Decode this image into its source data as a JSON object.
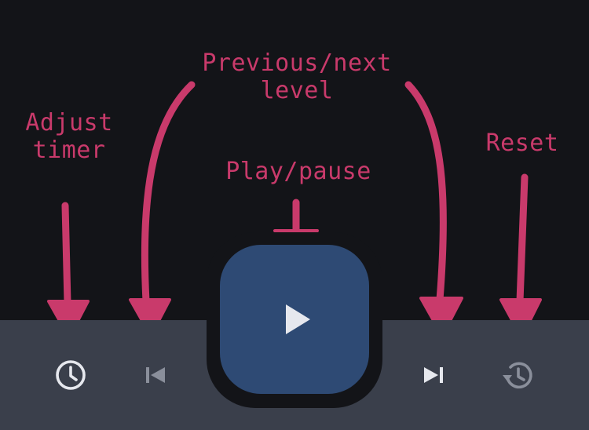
{
  "annotations": {
    "adjust_timer": [
      "Adjust",
      "timer"
    ],
    "prev_next": [
      "Previous/next",
      "level"
    ],
    "play_pause": "Play/pause",
    "reset": "Reset"
  },
  "controls": {
    "timer_icon": "clock-icon",
    "previous_icon": "skip-previous-icon",
    "play_icon": "play-icon",
    "next_icon": "skip-next-icon",
    "reset_icon": "history-icon"
  },
  "colors": {
    "background": "#131418",
    "control_bar": "#3a3f4b",
    "play_button": "#2e4a74",
    "annotation": "#c93a6b",
    "icon_light": "#e6e8ee",
    "icon_dim": "#8a8f9b"
  }
}
